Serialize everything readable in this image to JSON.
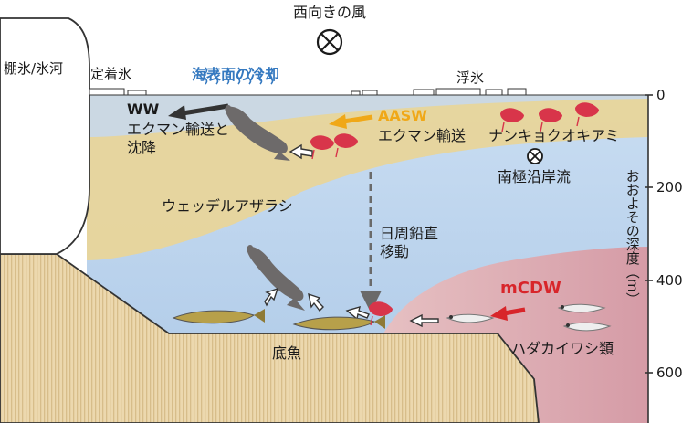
{
  "labels": {
    "wind": "西向きの風",
    "ice_shelf": "棚氷/氷河",
    "fast_ice": "定着氷",
    "sea_ice": "浮氷",
    "surface_cooling": "海表面の冷却",
    "ww": "WW",
    "ekman_sink": "エクマン輸送と\n沈降",
    "aasw": "AASW",
    "ekman": "エクマン輸送",
    "krill": "ナンキョクオキアミ",
    "coastal_current": "南極沿岸流",
    "seal": "ウェッデルアザラシ",
    "diel": "日周鉛直\n移動",
    "mcdw": "mCDW",
    "fish": "ハダカイワシ類",
    "benthic": "底魚"
  },
  "axis": {
    "title": "おおよその深度（m）",
    "ticks": [
      "0",
      "200",
      "400",
      "600"
    ]
  },
  "colors": {
    "sky": "#c2d7ee",
    "aasw_band": "#e8d59a",
    "mcdw": "#d9aab2",
    "seabed": "#e8d2a8",
    "ice": "#ffffff",
    "ww_arrow": "#333333",
    "aasw_arrow": "#f0a818",
    "mcdw_arrow": "#d8252a",
    "cooling_text": "#3579c0",
    "krill": "#d8354a",
    "seal": "#6d6a6a"
  },
  "icons": [
    "wind-into-page-icon",
    "current-into-page-icon",
    "krill-icon",
    "seal-icon",
    "benthic-fish-icon",
    "lanternfish-icon"
  ]
}
